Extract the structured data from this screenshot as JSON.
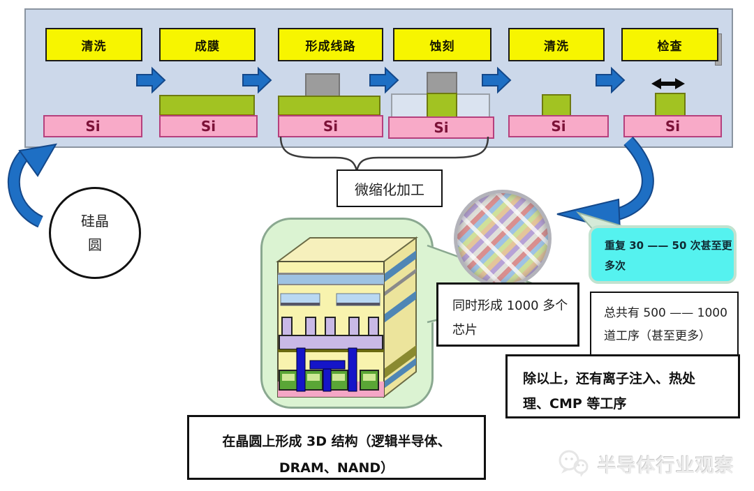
{
  "band": {
    "steps": [
      {
        "label": "清洗",
        "substrate": "Si"
      },
      {
        "label": "成膜",
        "substrate": "Si"
      },
      {
        "label": "形成线路",
        "substrate": "Si"
      },
      {
        "label": "蚀刻",
        "substrate": "Si"
      },
      {
        "label": "清洗",
        "substrate": "Si"
      },
      {
        "label": "检查",
        "substrate": "Si"
      }
    ]
  },
  "silicon_wafer_circle": {
    "line1": "硅晶",
    "line2": "圆"
  },
  "miniaturization": {
    "label": "微缩化加工"
  },
  "callout_chips": {
    "line1": "同时形成 1000 多个",
    "line2": "芯片"
  },
  "callout_repeat": {
    "line1": "重复 30 —— 50 次甚至更",
    "line2": "多次"
  },
  "callout_total": {
    "line1": "总共有 500 —— 1000",
    "line2": "道工序（甚至更多）"
  },
  "callout_additional": {
    "line1": "除以上，还有离子注入、热处",
    "line2": "理、CMP 等工序"
  },
  "callout_structure": {
    "line1": "在晶圆上形成 3D 结构（逻辑半导体、",
    "line2": "DRAM、NAND）"
  },
  "watermark": {
    "text": "半导体行业观察",
    "icon": "wechat-icon"
  },
  "colors": {
    "band_bg": "#ccd8ea",
    "step_yellow": "#f7f500",
    "arrow_blue": "#1e6fc4",
    "si_pink": "#f8aac8",
    "film_green": "#a2c322",
    "mask_gray": "#9c9c9c",
    "repeat_cyan": "#55f2ef",
    "bubble_green": "#dbf3d2"
  }
}
